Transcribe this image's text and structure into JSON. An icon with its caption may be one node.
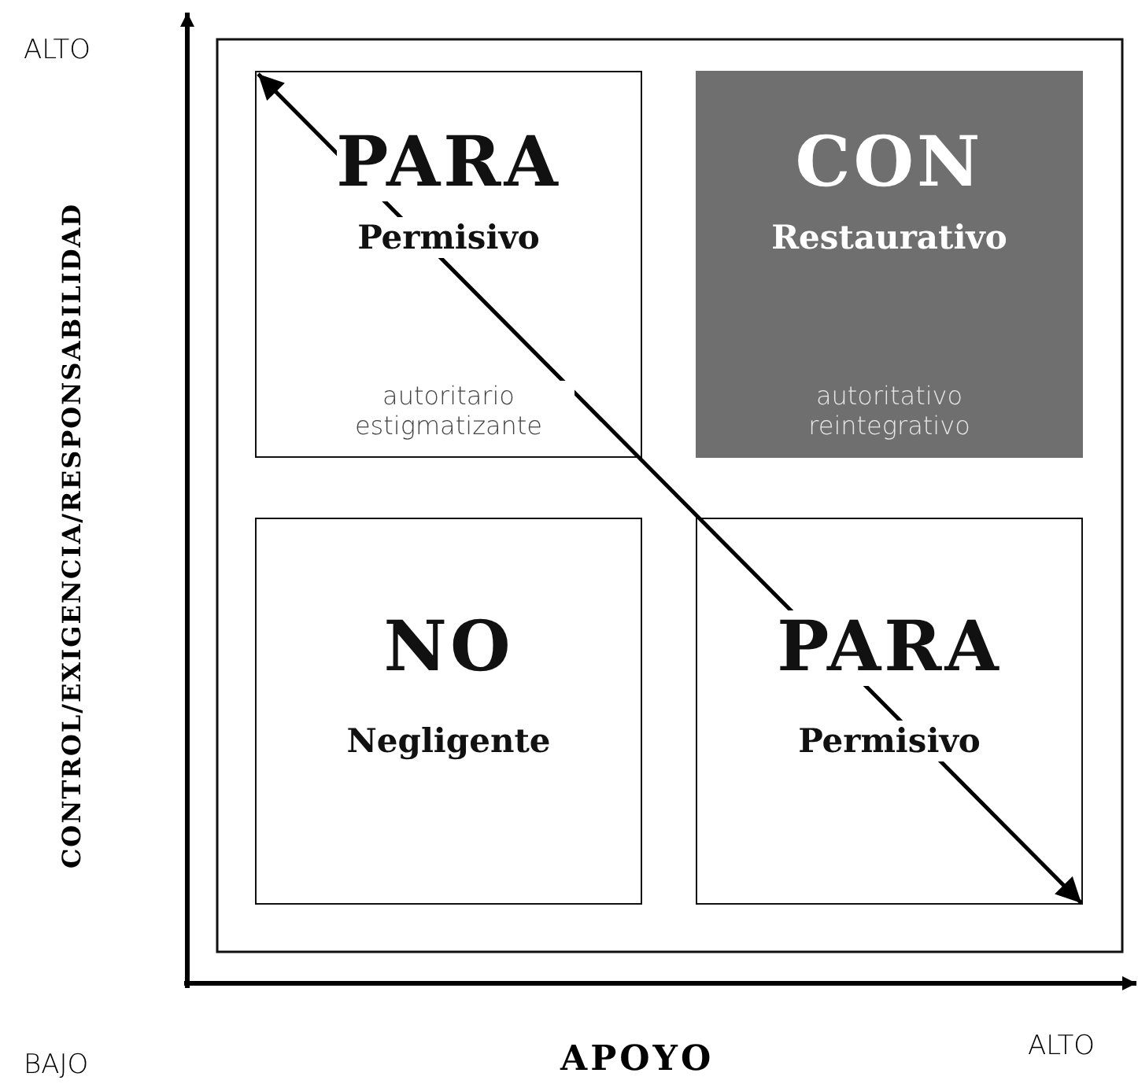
{
  "diagram": {
    "nodes": [
      {
        "text": [
          "PARA",
          "Permisivo",
          "autoritario estigmatizante"
        ]
      },
      {
        "text": [
          "CON",
          "Restaurativo",
          "autoritativo reintegrativo"
        ]
      },
      {
        "text": [
          "NO",
          "Negligente"
        ]
      },
      {
        "text": [
          "PARA",
          "Permisivo"
        ]
      }
    ],
    "edges": [
      {
        "from": 0,
        "to": 3,
        "arrow": "both"
      }
    ],
    "labels": [
      "ALTO",
      "CONTROL/EXIGENCIA/RESPONSABILIDAD",
      "BAJO",
      "APOYO",
      "ALTO"
    ]
  }
}
